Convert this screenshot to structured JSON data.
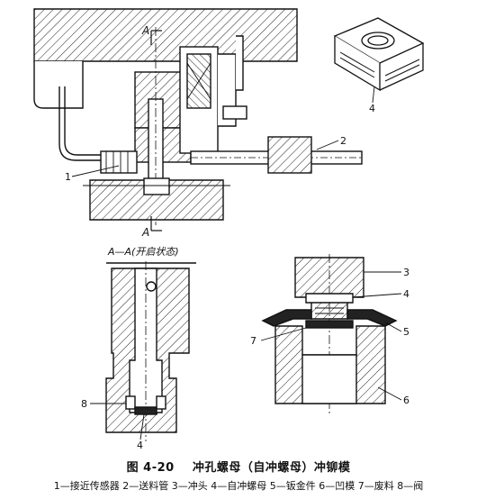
{
  "figure": {
    "number": "图 4-20",
    "title": "冲孔螺母（自冲螺母）冲铆模",
    "legend": "1—接近传感器  2—送料管  3—冲头  4—自冲螺母  5—钣金件  6—凹模  7—废料  8—阀"
  },
  "section": {
    "marker": "A",
    "title": "A—A(开启状态)"
  },
  "callouts": {
    "c1": "1",
    "c2": "2",
    "c3": "3",
    "c4a": "4",
    "c4b": "4",
    "c4c": "4",
    "c5": "5",
    "c6": "6",
    "c7": "7",
    "c8": "8"
  }
}
